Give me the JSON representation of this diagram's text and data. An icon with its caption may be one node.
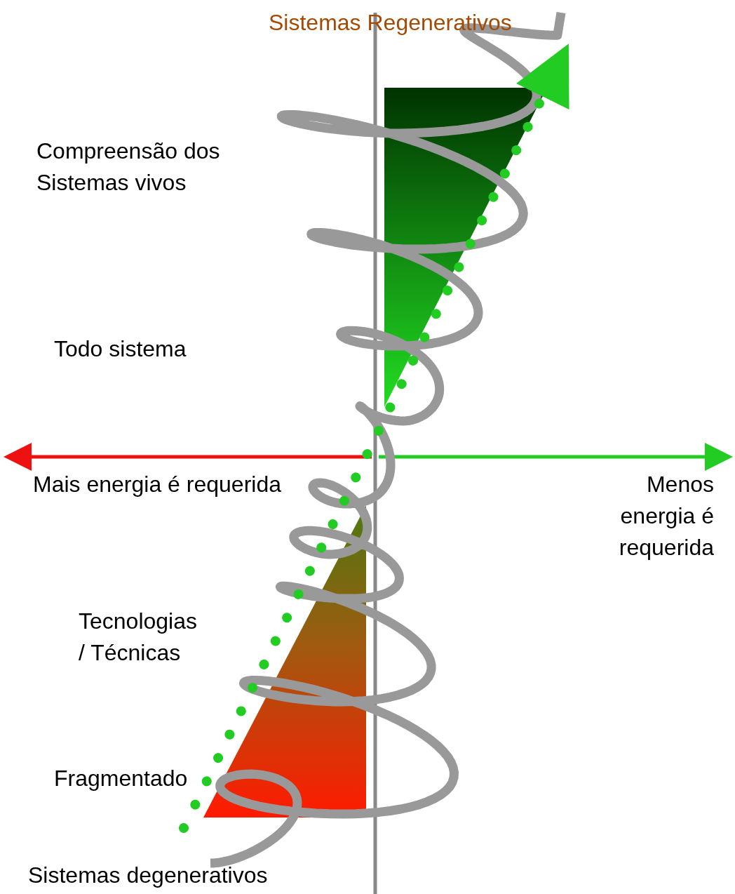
{
  "diagram": {
    "labels": [
      "Sistemas Regenerativos",
      "Compreensão dos Sistemas vivos",
      "Todo sistema",
      "Mais energia é requerida",
      "Menos energia é requerida",
      "Tecnologias / Técnicas",
      "Fragmentado",
      "Sistemas degenerativos"
    ]
  }
}
